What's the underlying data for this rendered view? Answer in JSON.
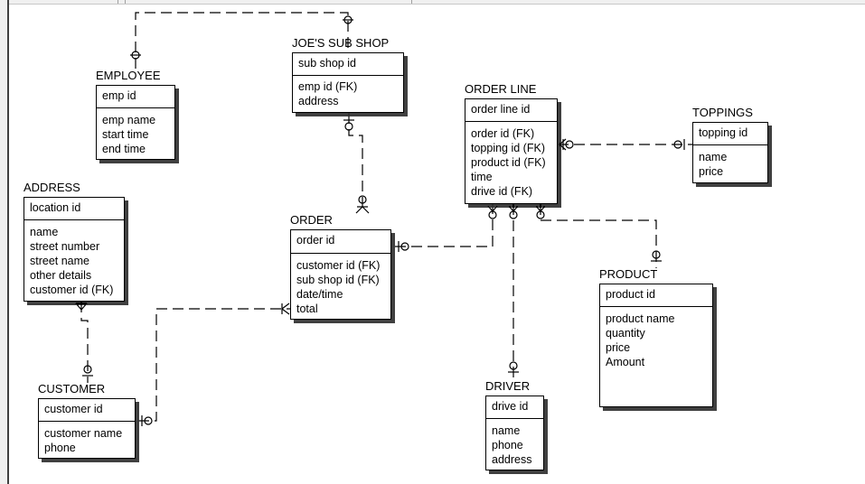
{
  "entities": {
    "joes_sub_shop": {
      "name": "JOE'S SUB SHOP",
      "key": "sub shop id",
      "attrs": [
        "emp id (FK)",
        "address"
      ]
    },
    "employee": {
      "name": "EMPLOYEE",
      "key": "emp id",
      "attrs": [
        "emp name",
        "start time",
        "end time"
      ]
    },
    "order_line": {
      "name": "ORDER LINE",
      "key": "order line id",
      "attrs": [
        "order id (FK)",
        "topping id (FK)",
        "product id (FK)",
        "time",
        "drive id (FK)"
      ]
    },
    "toppings": {
      "name": "TOPPINGS",
      "key": "topping id",
      "attrs": [
        "name",
        "price"
      ]
    },
    "address": {
      "name": "ADDRESS",
      "key": "location id",
      "attrs": [
        "name",
        "street number",
        "street name",
        "other details",
        "customer id (FK)"
      ]
    },
    "order": {
      "name": "ORDER",
      "key": "order id",
      "attrs": [
        "customer id (FK)",
        "sub shop id (FK)",
        "date/time",
        "total"
      ]
    },
    "product": {
      "name": "PRODUCT",
      "key": "product id",
      "attrs": [
        "product name",
        "quantity",
        "price",
        "Amount"
      ]
    },
    "customer": {
      "name": "CUSTOMER",
      "key": "customer id",
      "attrs": [
        "customer name",
        "phone"
      ]
    },
    "driver": {
      "name": "DRIVER",
      "key": "drive id",
      "attrs": [
        "name",
        "phone",
        "address"
      ]
    }
  },
  "colors": {
    "line": "#000000",
    "shadow": "#000000",
    "ruler": "#f0f0f0"
  }
}
